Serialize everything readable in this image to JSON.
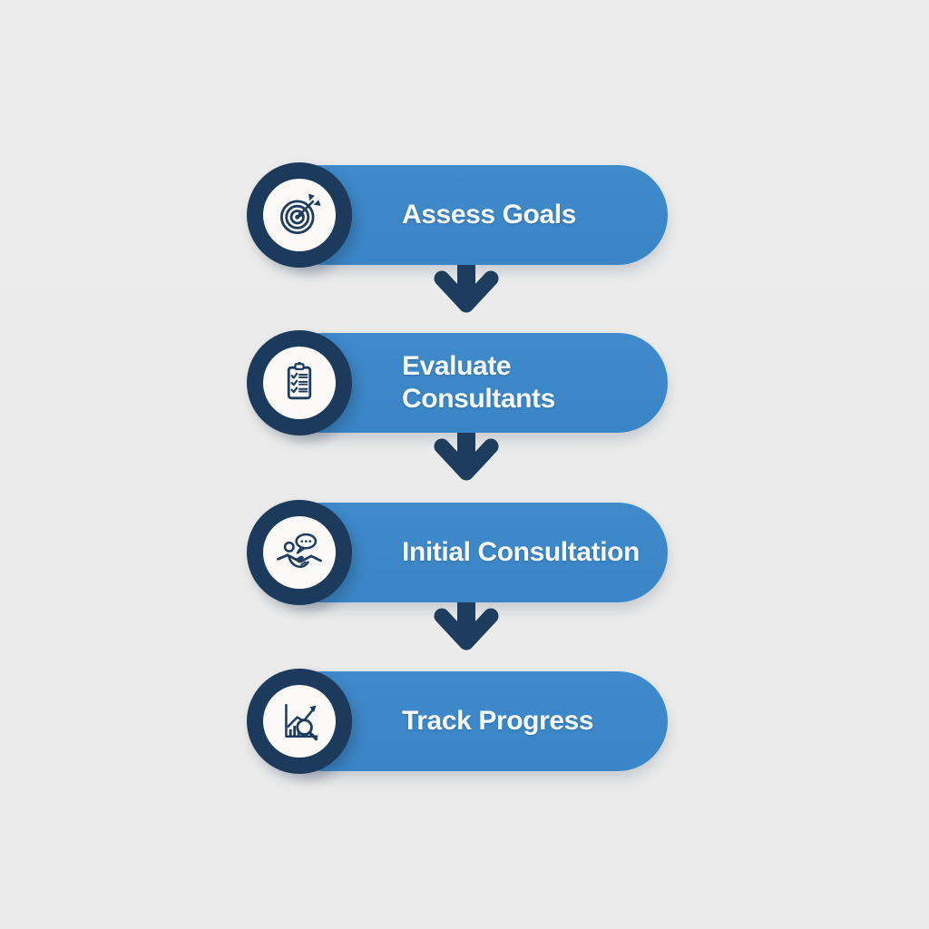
{
  "background_color": "#ebebeb",
  "colors": {
    "pill_blue": "#3a85c6",
    "navy": "#1d3c5e",
    "badge_ring": "#1b3a5c",
    "badge_fill": "#fbfaf8",
    "text": "#f7fafc"
  },
  "diagram": {
    "type": "vertical-process-flow",
    "step_count": 4,
    "connector_count": 3,
    "connector_direction": "down"
  },
  "steps": [
    {
      "id": "assess-goals",
      "label": "Assess Goals",
      "lines": [
        "Assess Goals"
      ],
      "icon": "target-icon"
    },
    {
      "id": "evaluate-consultants",
      "label": "Evaluate Consultants",
      "lines": [
        "Evaluate",
        "Consultants"
      ],
      "icon": "checklist-icon"
    },
    {
      "id": "initial-consultation",
      "label": "Initial Consultation",
      "lines": [
        "Initial Consultation"
      ],
      "icon": "handshake-chat-icon"
    },
    {
      "id": "track-progress",
      "label": "Track Progress",
      "lines": [
        "Track Progress"
      ],
      "icon": "chart-magnifier-icon"
    }
  ]
}
